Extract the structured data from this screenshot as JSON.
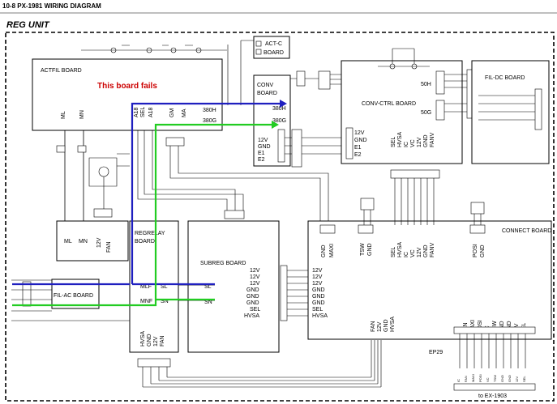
{
  "header": {
    "title": "10-8  PX-1981 WIRING DIAGRAM",
    "unit_label": "REG UNIT"
  },
  "annotation": {
    "failure_note": "This board fails",
    "failure_color": "#cc0000"
  },
  "colors": {
    "highlight_blue": "#1f1fbf",
    "highlight_green": "#22cc22"
  },
  "boards": {
    "actfil": "ACTFIL BOARD",
    "actc_line1": "ACT-C",
    "actc_line2": "BOARD",
    "conv_line1": "CONV",
    "conv_line2": "BOARD",
    "conv_ctrl": "CONV-CTRL BOARD",
    "fil_dc": "FIL-DC BOARD",
    "regrelay_line1": "REGRELAY",
    "regrelay_line2": "BOARD",
    "subreg": "SUBREG BOARD",
    "filac": "FIL-AC BOARD",
    "connect": "CONNECT BOARD"
  },
  "signals": {
    "h380": "380H",
    "g380": "380G",
    "h50": "50H",
    "g50": "50G",
    "ml": "ML",
    "mn": "MN",
    "mlf": "MLF",
    "mnf": "MNF",
    "sl": "SL",
    "sn": "SN",
    "v12": "12V",
    "gnd": "GND",
    "e1": "E1",
    "e2": "E2",
    "sel": "SEL",
    "hvsa": "HVSA",
    "fan": "FAN",
    "posi": "POSI",
    "maxi": "MAXI",
    "tsw": "TSW",
    "a18": "A18",
    "gm": "GM",
    "ma": "MA",
    "ic": "IC",
    "vc": "VC",
    "fanv": "FANV"
  },
  "connectors": {
    "ep29": "EP29",
    "to_ex": "to EX-1903"
  }
}
